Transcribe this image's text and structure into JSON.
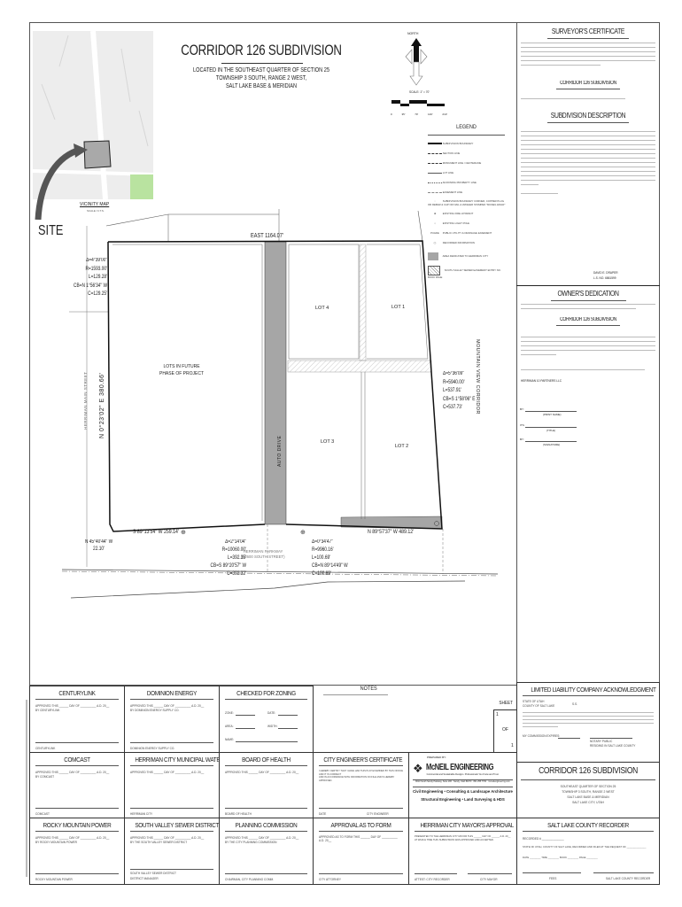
{
  "title": {
    "main": "CORRIDOR 126 SUBDIVISION",
    "sub1": "LOCATED IN THE SOUTHEAST QUARTER OF SECTION 25",
    "sub2": "TOWNSHIP 3 SOUTH, RANGE 2 WEST,",
    "sub3": "SALT LAKE BASE & MERIDIAN"
  },
  "vicinity": {
    "label": "VICINITY MAP",
    "scale": "SCALE: N.T.S.",
    "site": "SITE"
  },
  "north": {
    "label": "NORTH",
    "scale": "SCALE: 1\" = 70'",
    "ticks": [
      "0",
      "35'",
      "70'",
      "140'",
      "210'"
    ]
  },
  "legend": {
    "title": "LEGEND",
    "items": [
      "SUBDIVISION BOUNDARY",
      "SECTION LINE",
      "MONUMENT LINE / CENTERLINE",
      "LOT LINE",
      "ADJOINING PROPERTY LINE",
      "EASEMENT LINE",
      "SUBDIVISION BOUNDARY CORNER, COPPER PLUG OR REBAR & CAP OR NAIL & WASHER STAMPED \"MCNEIL ENGR\"",
      "EXISTING FIRE HYDRANT",
      "EXISTING LIGHT POLE",
      "PUBLIC UTILITY & DRAINAGE EASEMENT",
      "RECORDED INFORMATION",
      "AREA DEDICATED TO HERRIMAN CITY",
      "SOUTH VALLEY SEWER EASEMENT ENTRY NO. BOOK PAGE"
    ],
    "pue_symbol": "PU&DE",
    "rec_symbol": "( )"
  },
  "plat": {
    "east_call": "EAST 1164.07'",
    "west_call": "N 0°23'02\" E 380.66'",
    "south_call_left": "S 89°13'54\" W 259.14'",
    "south_call_right": "N 89°57'37\" W 489.12'",
    "nw_call": [
      "N 45°40'44\" W",
      "22.10'"
    ],
    "curve_nw": [
      "Δ=4°39'00\"",
      "R=1593.00'",
      "L=129.28'",
      "CB=N 1°56'34\" W",
      "C=129.25'"
    ],
    "curve_e": [
      "Δ=5°36'09\"",
      "R=5940.00'",
      "L=537.91'",
      "CB=S 1°58'06\" E",
      "C=537.73'"
    ],
    "curve_s1": [
      "Δ=2°14'04\"",
      "R=10060.00'",
      "L=392.35'",
      "CB=S 89°20'57\" W",
      "C=392.32'"
    ],
    "curve_s2": [
      "Δ=0°34'47\"",
      "R=9960.16'",
      "L=100.69'",
      "CB=N 89°14'49\" W",
      "C=100.69'"
    ],
    "lots": [
      "LOT 4",
      "LOT 1",
      "LOT 3",
      "LOT 2"
    ],
    "future": [
      "LOTS IN FUTURE",
      "PHASE OF PROJECT"
    ],
    "streets": {
      "main": "HERRIMAN MAIN STREET",
      "auto": "AUTO DRIVE",
      "parkway": "HERRIMAN PARKWAY",
      "parkway_sub": "(12600 SOUTH STREET)",
      "corridor": "MOUNTAIN VIEW CORRIDOR"
    }
  },
  "right": {
    "surveyor_title": "SURVEYOR'S CERTIFICATE",
    "sub_title": "CORRIDOR 126 SUBDIVISION",
    "description_title": "SUBDIVISION DESCRIPTION",
    "surveyor_name": "DAVID E. DRAPER",
    "surveyor_license": "L.S. NO. 6861599",
    "owners_title": "OWNER'S DEDICATION",
    "owners_sub": "CORRIDOR 126 SUBDIVISION",
    "owner_name": "HERRIMAN 10 PARTNERS LLC",
    "sig_labels": [
      "(PRINT NAME)",
      "(TITLE)",
      "(SIGNATURE)"
    ],
    "sig_prefixes": [
      "BY:",
      "ITS:",
      "BY:"
    ]
  },
  "approvals": {
    "approved_line": "APPROVED THIS ______ DAY OF __________ A.D. 20__",
    "cells": [
      {
        "title": "CENTURYLINK",
        "by": "BY CENTURYLINK",
        "footer": "CENTURYLINK"
      },
      {
        "title": "DOMINION ENERGY",
        "by": "BY DOMINION ENERGY SUPPLY CO.",
        "footer": "DOMINION ENERGY SUPPLY CO."
      },
      {
        "title": "COMCAST",
        "by": "BY COMCAST",
        "footer": "COMCAST"
      },
      {
        "title": "HERRIMAN CITY MUNICIPAL WATER",
        "by": "",
        "footer": "HERRIMAN CITY"
      },
      {
        "title": "BOARD OF HEALTH",
        "by": "",
        "footer": "BOARD OF HEALTH"
      },
      {
        "title": "ROCKY MOUNTAIN POWER",
        "by": "BY ROCKY MOUNTAIN POWER",
        "footer": "ROCKY MOUNTAIN POWER"
      },
      {
        "title": "SOUTH VALLEY SEWER DISTRICT",
        "by": "BY THE SOUTH VALLEY SEWER DISTRICT",
        "footer": "SOUTH VALLEY SEWER DISTRICT",
        "footer2": "DISTRICT MANAGER"
      },
      {
        "title": "PLANNING COMMISSION",
        "by": "BY THE CITY PLANNING COMMISSION",
        "footer": "CHAIRMAN, CITY PLANNING COMM."
      }
    ],
    "zoning": {
      "title": "CHECKED FOR ZONING",
      "fields": [
        "ZONE:",
        "DATE:",
        "AREA:",
        "WIDTH:",
        "NAME:"
      ]
    },
    "engineer": {
      "title": "CITY ENGINEER'S CERTIFICATE",
      "text": "I HEREBY CERTIFY THAT I HAVE HAD THIS PLAT EXAMINED BY THIS OFFICE AND IT IS CORRECT",
      "text2": "AND IN ACCORDANCE WITH INFORMATION ON FILE AND IS HEREBY APPROVED.",
      "footer_left": "DATE",
      "footer_right": "CITY ENGINEER"
    },
    "form": {
      "title": "APPROVAL AS TO FORM",
      "text": "APPROVED AS TO FORM THIS ______ DAY OF __________ A.D. 20__",
      "footer": "CITY ATTORNEY"
    },
    "mayor": {
      "title": "HERRIMAN CITY MAYOR'S APPROVAL",
      "text": "PRESENTED TO THE HERRIMAN CITY MAYOR THIS ______ DAY OF ______ A.D. 20__",
      "text2": "AT WHICH TIME THIS SUBDIVISION WAS APPROVED AND ACCEPTED.",
      "footer_left": "ATTEST: CITY RECORDER",
      "footer_right": "CITY MAYOR"
    },
    "notes": "NOTES",
    "sheet": {
      "label": "SHEET",
      "num": "1",
      "of": "OF",
      "total": "1"
    }
  },
  "llc": {
    "title": "LIMITED LIABILITY COMPANY ACKNOWLEDGMENT",
    "state": "STATE OF UTAH",
    "county": "COUNTY OF SALT LAKE",
    "ss": "S.S.",
    "commission": "MY COMMISSION EXPIRES:",
    "notary": "NOTARY PUBLIC",
    "residing": "RESIDING IN SALT LAKE COUNTY"
  },
  "title_block": {
    "title": "CORRIDOR 126 SUBDIVISION",
    "lines": [
      "SOUTHEAST QUARTER OF SECTION 25",
      "TOWNSHIP 3 SOUTH, RANGE 2 WEST",
      "SALT LAKE BASE & MERIDIAN",
      "SALT LAKE CITY, UTAH"
    ]
  },
  "mcneil": {
    "prepared": "PREPARED BY:",
    "name": "McNEIL ENGINEERING",
    "tagline": "Commercial and Sustainable Designs. Professionals You Know and Trust.",
    "address": "8610 South Sandy Parkway, Suite 200 · Sandy, Utah 84070 · 801.255.7700 · mcneilengineering.com",
    "services1": "Civil Engineering • Consulting & Landscape Architecture",
    "services2": "Structural Engineering • Land Surveying & HDS"
  },
  "recorder": {
    "title": "SALT LAKE COUNTY RECORDER",
    "recorded": "RECORDED # ______________",
    "state_line": "STATE OF UTAH, COUNTY OF SALT LAKE, RECORDED AND FILED AT THE REQUEST OF ______________",
    "date_line": "DATE ________ TIME ________ BOOK ________ PAGE ________",
    "fees": "FEES",
    "footer": "SALT LAKE COUNTY RECORDER"
  },
  "colors": {
    "dedicated_area": "#a6a6a6",
    "map_park": "#b9e3a0",
    "line": "#222222"
  }
}
